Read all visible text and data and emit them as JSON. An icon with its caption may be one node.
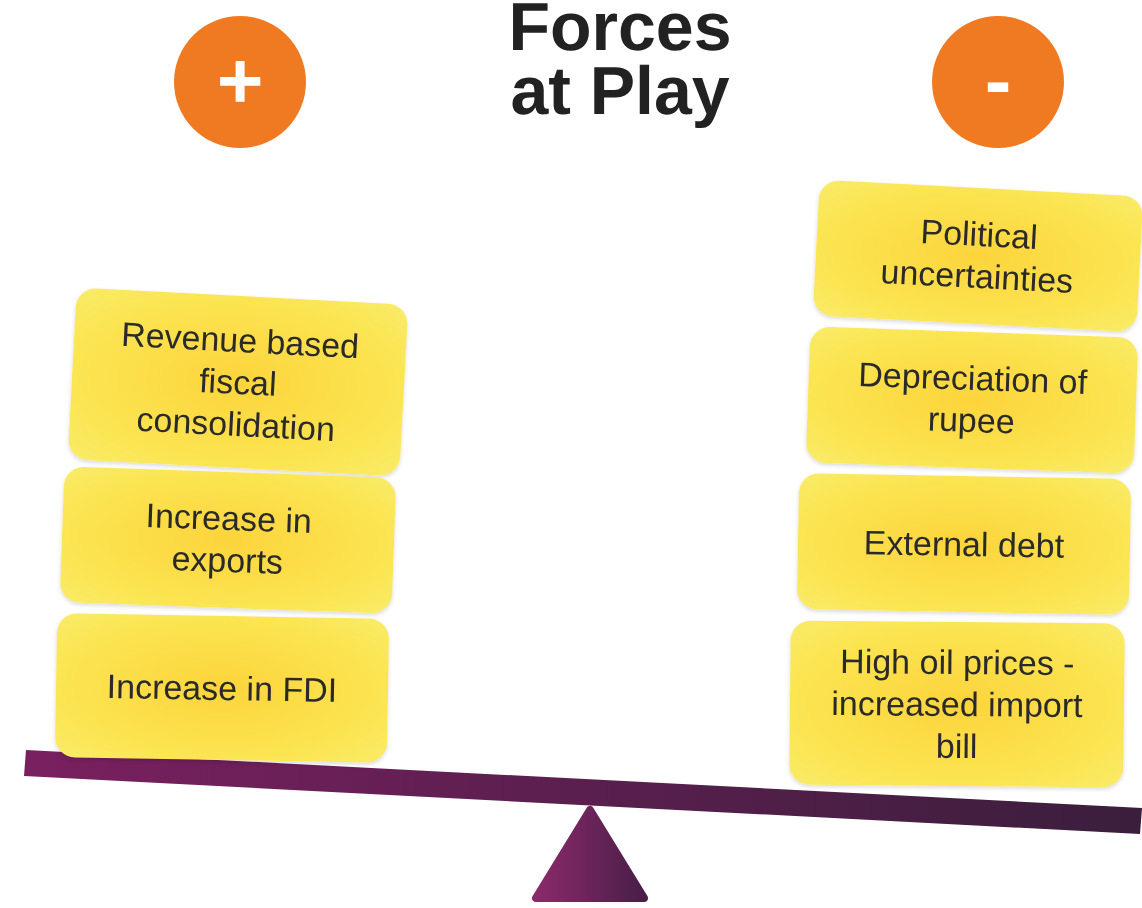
{
  "diagram": {
    "title": "Forces at Play",
    "nodes": [
      {
        "text": [
          "+"
        ]
      },
      {
        "text": [
          "-"
        ]
      },
      {
        "text": [
          "Revenue based fiscal consolidation"
        ]
      },
      {
        "text": [
          "Increase in exports"
        ]
      },
      {
        "text": [
          "Increase in FDI"
        ]
      },
      {
        "text": [
          "Political uncertainties"
        ]
      },
      {
        "text": [
          "Depreciation of rupee"
        ]
      },
      {
        "text": [
          "External debt"
        ]
      },
      {
        "text": [
          "High oil prices - increased import bill"
        ]
      }
    ]
  }
}
